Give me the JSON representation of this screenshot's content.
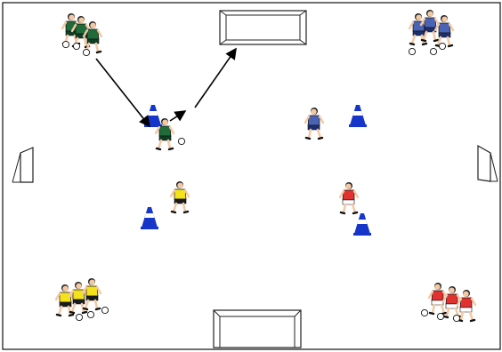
{
  "diagram": {
    "title": "",
    "colors": {
      "field_line": "#222222",
      "team_green_shirt": "#1f6b3a",
      "team_green_shorts": "#0f3d22",
      "team_blue_shirt": "#4a63b5",
      "team_blue_shorts": "#1d2f6b",
      "team_yellow_shirt": "#f4e21a",
      "team_yellow_shorts": "#1a1a1a",
      "team_red_shirt": "#e23131",
      "team_red_shorts": "#ffffff",
      "cone": "#1536c9",
      "cone_stripe": "#ffffff",
      "arrow": "#000000",
      "goal_fill": "#ffffff",
      "skin": "#f3c9a4",
      "ball": "#ffffff"
    },
    "goals": [
      "top",
      "bottom",
      "left",
      "right"
    ],
    "groups": [
      {
        "team": "green",
        "location": "top-left",
        "players": 3
      },
      {
        "team": "blue",
        "location": "top-right",
        "players": 3
      },
      {
        "team": "yellow",
        "location": "bottom-left",
        "players": 3
      },
      {
        "team": "red",
        "location": "bottom-right",
        "players": 3
      }
    ],
    "active_players": [
      "green",
      "blue",
      "yellow",
      "red"
    ],
    "cones": 4,
    "arrows": [
      "pass-diagonal",
      "run-to-goal"
    ]
  }
}
